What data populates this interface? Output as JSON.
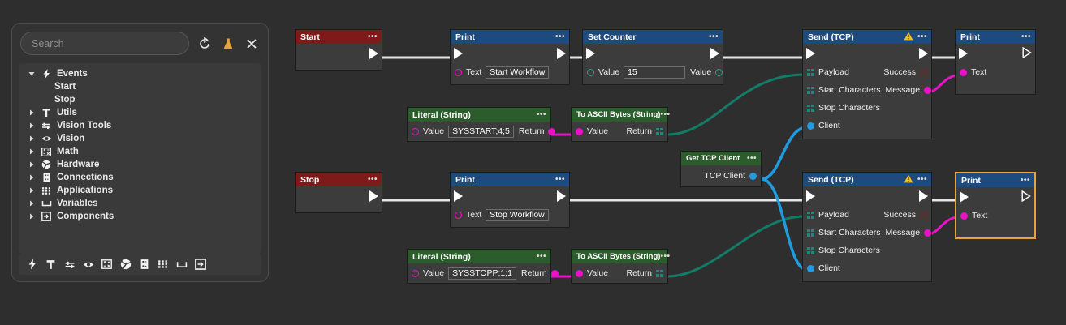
{
  "app": {
    "canvas_bg": "#2e2e2e"
  },
  "palette": {
    "search": {
      "placeholder": "Search",
      "value": ""
    },
    "header_icons": [
      {
        "name": "refresh-icon",
        "color": "#e6e6e6"
      },
      {
        "name": "flask-icon",
        "color": "#e8a33d"
      },
      {
        "name": "close-icon",
        "color": "#e6e6e6"
      }
    ],
    "tree": [
      {
        "label": "Events",
        "icon": "lightning-icon",
        "expanded": true,
        "children": [
          "Start",
          "Stop"
        ]
      },
      {
        "label": "Utils",
        "icon": "hammer-icon",
        "expanded": false,
        "children": []
      },
      {
        "label": "Vision Tools",
        "icon": "vision-tools-icon",
        "expanded": false,
        "children": []
      },
      {
        "label": "Vision",
        "icon": "eye-icon",
        "expanded": false,
        "children": []
      },
      {
        "label": "Math",
        "icon": "math-icon",
        "expanded": false,
        "children": []
      },
      {
        "label": "Hardware",
        "icon": "aperture-icon",
        "expanded": false,
        "children": []
      },
      {
        "label": "Connections",
        "icon": "connections-icon",
        "expanded": false,
        "children": []
      },
      {
        "label": "Applications",
        "icon": "grid-icon",
        "expanded": false,
        "children": []
      },
      {
        "label": "Variables",
        "icon": "variables-icon",
        "expanded": false,
        "children": []
      },
      {
        "label": "Components",
        "icon": "components-icon",
        "expanded": false,
        "children": []
      }
    ],
    "footer_icons": [
      "lightning-icon",
      "hammer-icon",
      "vision-tools-icon",
      "eye-icon",
      "math-icon",
      "aperture-icon",
      "connections-icon",
      "grid-icon",
      "variables-icon",
      "components-icon"
    ]
  },
  "colors": {
    "exec_white": "#ffffff",
    "magenta": "#e911c9",
    "teal": "#1f8a7a",
    "blue": "#1f9cdf",
    "dark_red": "#7e1a1a",
    "selection": "#e8a33d",
    "header_red": "#7e1a1a",
    "header_blue": "#1f4a7d",
    "header_green": "#2c5c2c"
  },
  "nodes": {
    "start": {
      "title": "Start"
    },
    "print_start": {
      "title": "Print",
      "text_label": "Text",
      "text_value": "Start Workflow"
    },
    "set_counter": {
      "title": "Set Counter",
      "in_label": "Value",
      "in_value": "15",
      "out_label": "Value"
    },
    "send_tcp_top": {
      "title": "Send (TCP)",
      "warning": true,
      "inputs": [
        "Payload",
        "Start Characters",
        "Stop Characters",
        "Client"
      ],
      "outputs": [
        "Success",
        "Message"
      ]
    },
    "print_top_right": {
      "title": "Print",
      "text_label": "Text"
    },
    "literal_start": {
      "title": "Literal (String)",
      "in_label": "Value",
      "value": "SYSSTART;4;5",
      "out_label": "Return"
    },
    "ascii_start": {
      "title": "To ASCII Bytes (String)",
      "in_label": "Value",
      "out_label": "Return"
    },
    "get_tcp_client": {
      "title": "Get TCP Client",
      "out_label": "TCP Client"
    },
    "stop": {
      "title": "Stop"
    },
    "print_stop": {
      "title": "Print",
      "text_label": "Text",
      "text_value": "Stop Workflow"
    },
    "send_tcp_bottom": {
      "title": "Send (TCP)",
      "warning": true,
      "inputs": [
        "Payload",
        "Start Characters",
        "Stop Characters",
        "Client"
      ],
      "outputs": [
        "Success",
        "Message"
      ]
    },
    "print_bottom_right": {
      "title": "Print",
      "text_label": "Text",
      "selected": true
    },
    "literal_stop": {
      "title": "Literal (String)",
      "in_label": "Value",
      "value": "SYSSTOPP;1;1",
      "out_label": "Return"
    },
    "ascii_stop": {
      "title": "To ASCII Bytes (String)",
      "in_label": "Value",
      "out_label": "Return"
    }
  }
}
